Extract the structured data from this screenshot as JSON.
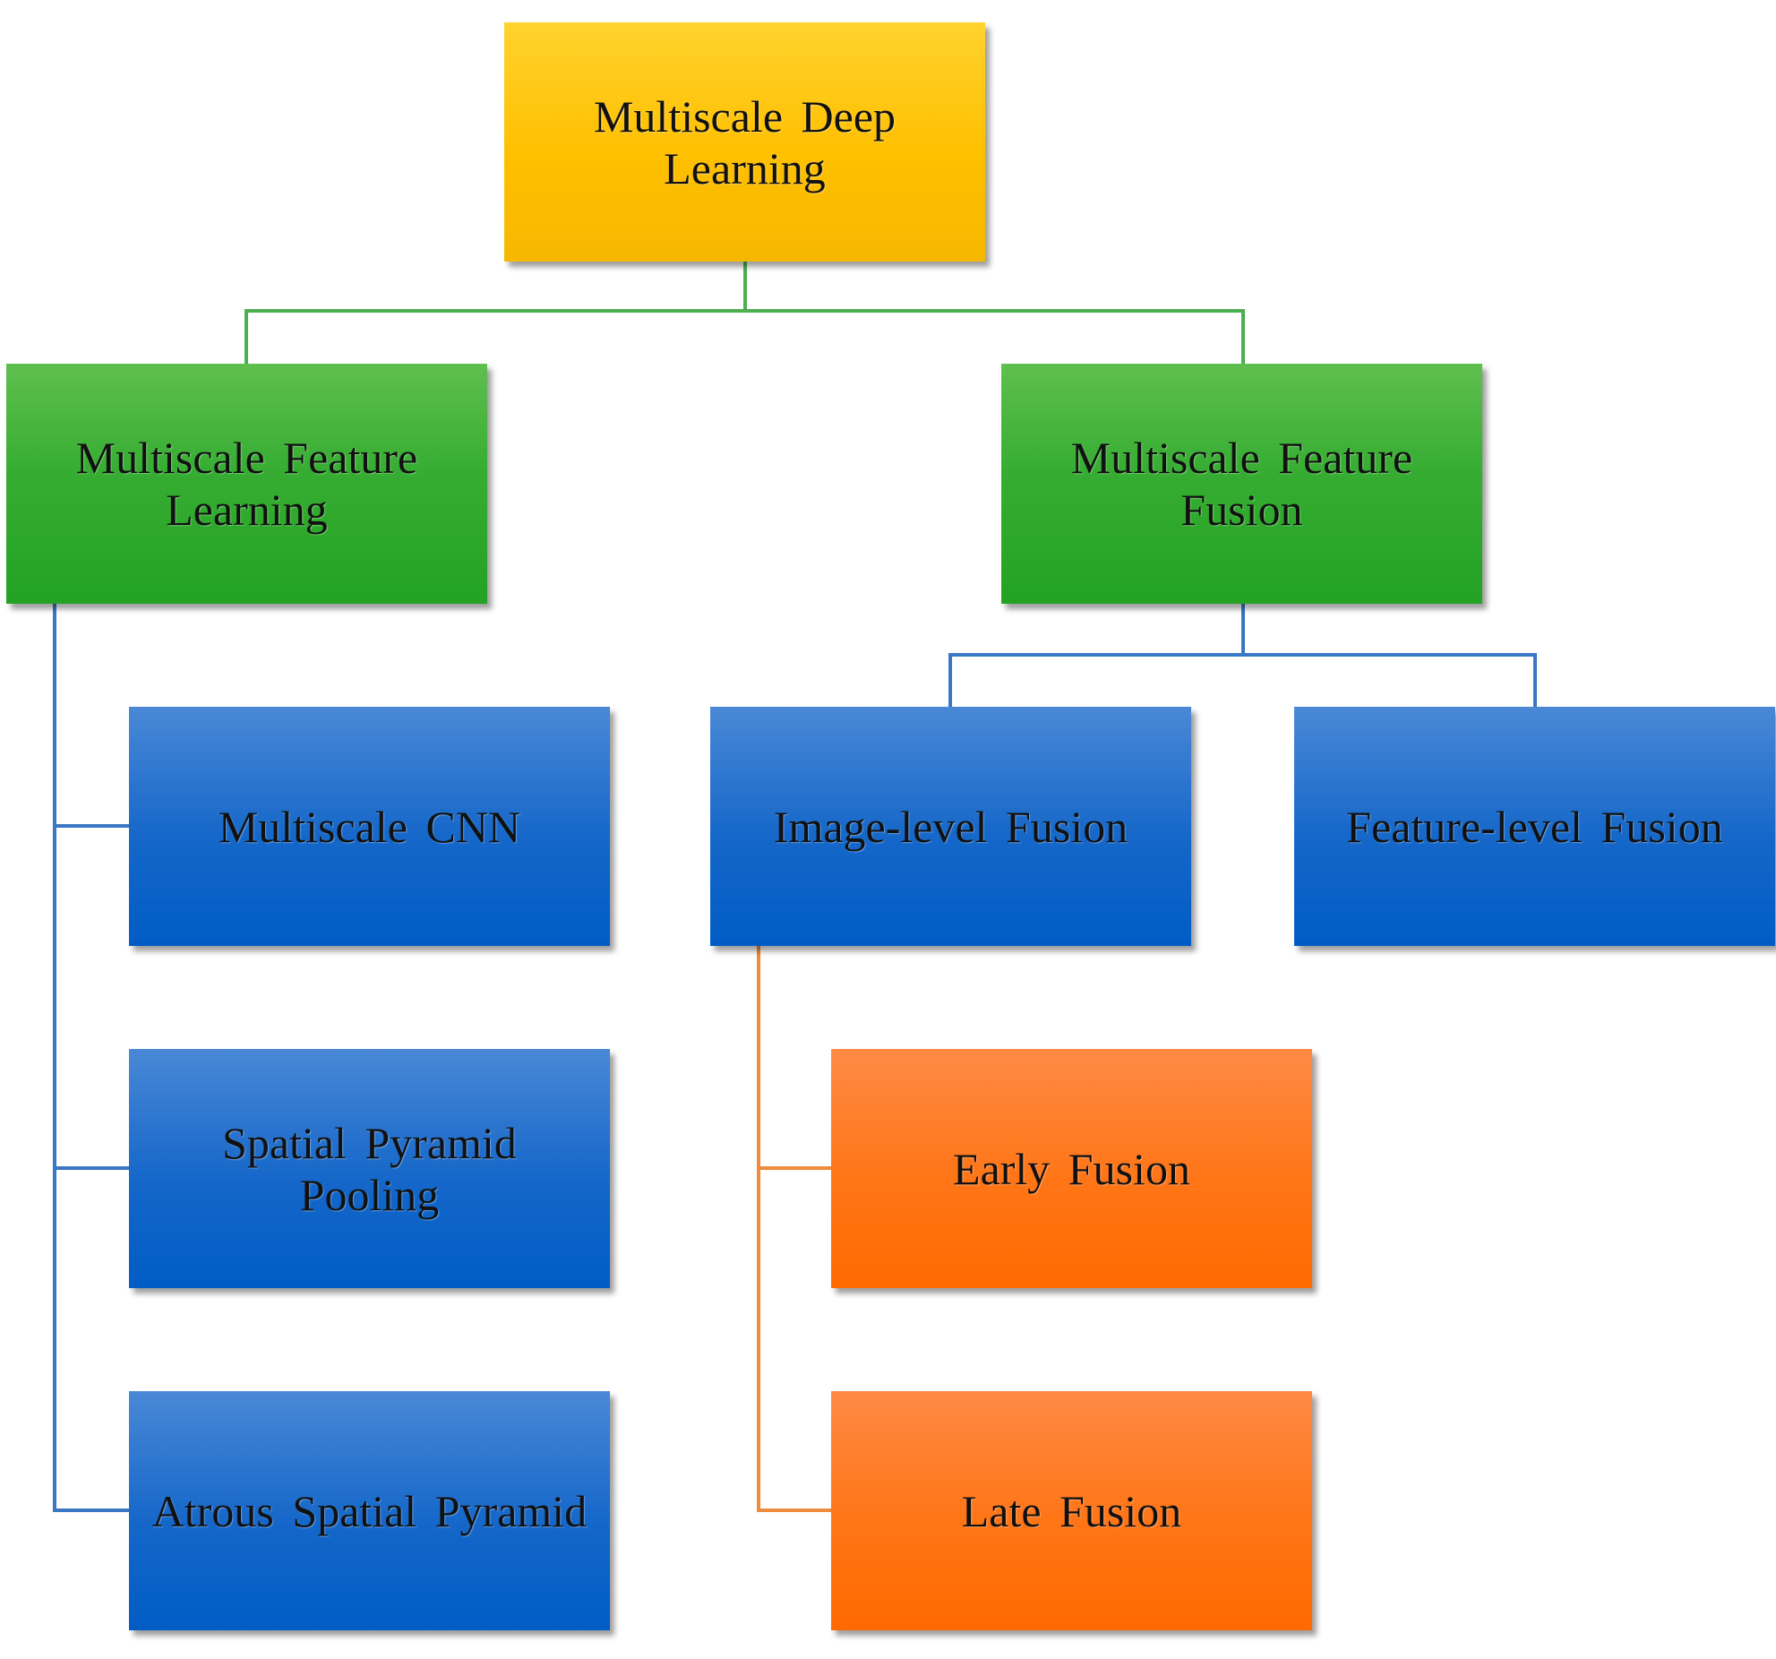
{
  "diagram": {
    "nodes": {
      "root": "Multiscale Deep\nLearning",
      "feature_learning": "Multiscale Feature\nLearning",
      "feature_fusion": "Multiscale Feature\nFusion",
      "multiscale_cnn": "Multiscale CNN",
      "spatial_pyramid_pooling": "Spatial Pyramid\nPooling",
      "atrous_spatial_pyramid": "Atrous Spatial Pyramid",
      "image_level_fusion": "Image-level Fusion",
      "feature_level_fusion": "Feature-level Fusion",
      "early_fusion": "Early Fusion",
      "late_fusion": "Late Fusion"
    },
    "colors": {
      "root_fill": "#ffc000",
      "green_fill": "#2ea72c",
      "blue_fill": "#0a63c8",
      "orange_fill": "#ff720a",
      "green_line": "#4caf50",
      "blue_line": "#3a78c5",
      "orange_line": "#f08a3c"
    }
  }
}
